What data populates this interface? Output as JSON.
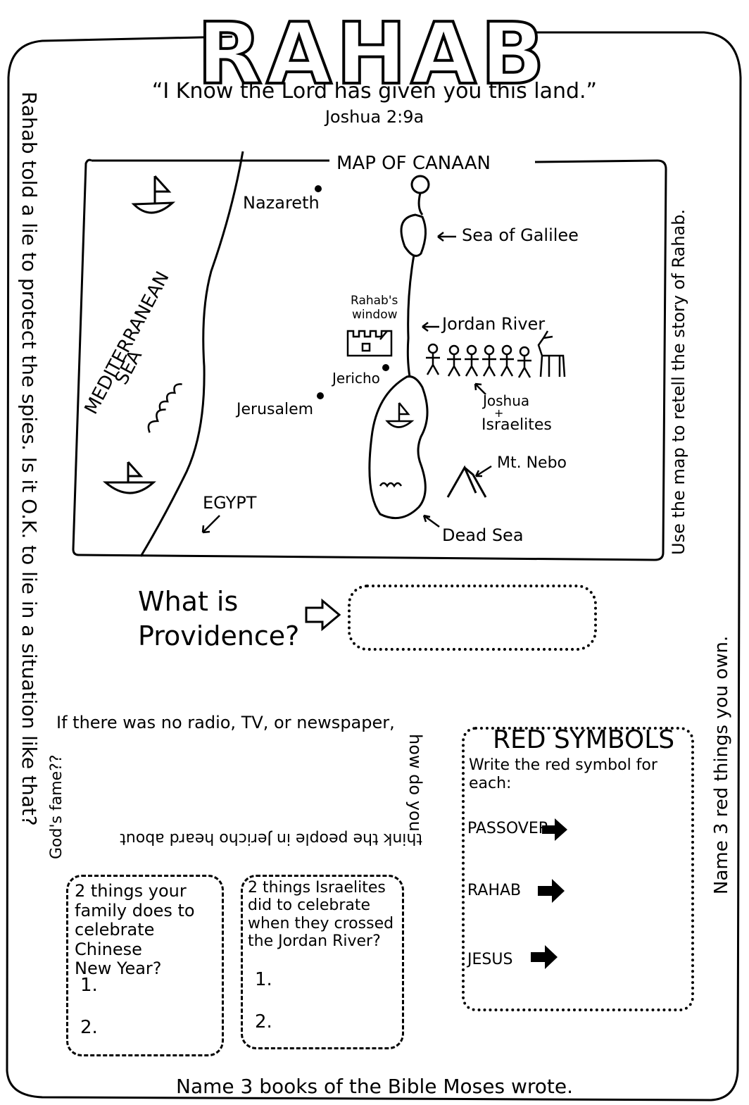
{
  "title": "RAHAB",
  "quote": {
    "text": "“I Know the Lord has given you this land.”",
    "reference": "Joshua 2:9a"
  },
  "left_margin_text": "Rahab told a lie to protect the spies. Is it O.K. to lie in a situation like that?",
  "right_margin_top_text": "Use the map to retell the story of Rahab.",
  "right_margin_bottom_text": "Name 3 red things you own.",
  "map": {
    "title": "MAP OF CANAAN",
    "sea_name_line1": "MEDITERRANEAN",
    "sea_name_line2": "SEA",
    "labels": {
      "nazareth": "Nazareth",
      "sea_of_galilee": "Sea of Galilee",
      "rahabs_window_line1": "Rahab's",
      "rahabs_window_line2": "window",
      "jordan_river": "Jordan River",
      "jericho": "Jericho",
      "jerusalem": "Jerusalem",
      "joshua_line1": "Joshua",
      "joshua_plus": "+",
      "joshua_line2": "Israelites",
      "mt_nebo": "Mt. Nebo",
      "egypt": "EGYPT",
      "dead_sea": "Dead Sea"
    }
  },
  "providence": {
    "line1": "What is",
    "line2": "Providence?"
  },
  "fame_box": {
    "top": "If there was no radio, TV, or newspaper,",
    "right": "how do you",
    "bottom": "think the people in Jericho heard about",
    "left": "God's fame??"
  },
  "family_box": {
    "question_lines": [
      "2 things your",
      "family does to",
      "celebrate Chinese",
      "New Year?"
    ],
    "item1": "1.",
    "item2": "2."
  },
  "israelites_box": {
    "question_lines": [
      "2 things Israelites",
      "did to celebrate",
      "when they crossed",
      "the Jordan River?"
    ],
    "item1": "1.",
    "item2": "2."
  },
  "red_symbols": {
    "title": "RED SYMBOLS",
    "instruction_line1": "Write the red symbol for",
    "instruction_line2": "each:",
    "items": [
      "PASSOVER",
      "RAHAB",
      "JESUS"
    ]
  },
  "bottom_text": "Name 3 books of the Bible Moses wrote."
}
